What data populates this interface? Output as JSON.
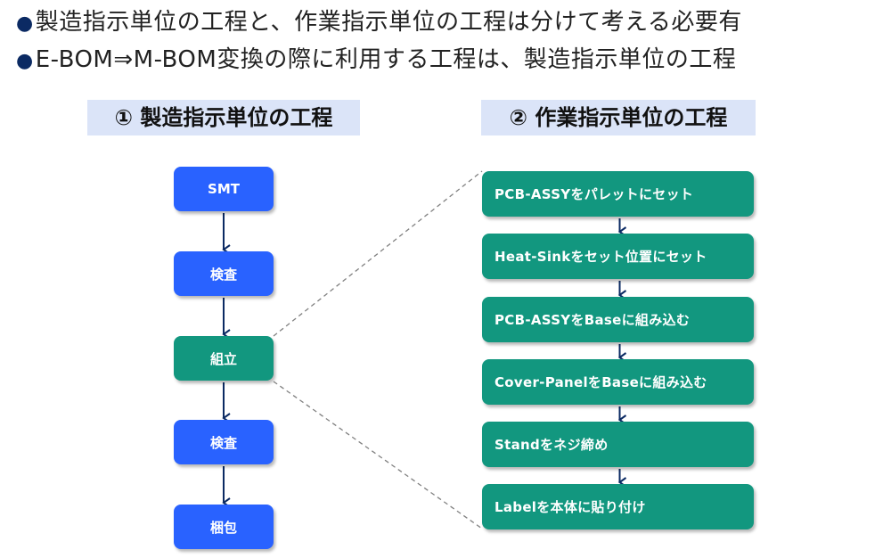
{
  "bullets": [
    {
      "text": "製造指示単位の工程と、作業指示単位の工程は分けて考える必要有"
    },
    {
      "text": "E-BOM⇒M-BOM変換の際に利用する工程は、製造指示単位の工程"
    }
  ],
  "bullet_marker": "●",
  "colors": {
    "bullet": "#0b2a63",
    "title_bg": "#dbe4f8",
    "box_blue": "#2962ff",
    "box_teal": "#12977f",
    "arrow": "#0b2a63",
    "dashed": "#808080"
  },
  "left_section": {
    "title": "① 製造指示単位の工程",
    "steps": [
      {
        "label": "SMT",
        "color": "blue"
      },
      {
        "label": "検査",
        "color": "blue"
      },
      {
        "label": "組立",
        "color": "teal",
        "expanded": true
      },
      {
        "label": "検査",
        "color": "blue"
      },
      {
        "label": "梱包",
        "color": "blue"
      }
    ]
  },
  "right_section": {
    "title": "② 作業指示単位の工程",
    "steps": [
      {
        "label": "PCB-ASSYをパレットにセット"
      },
      {
        "label": "Heat-Sinkをセット位置にセット"
      },
      {
        "label": "PCB-ASSYをBaseに組み込む"
      },
      {
        "label": "Cover-PanelをBaseに組み込む"
      },
      {
        "label": "Standをネジ締め"
      },
      {
        "label": "Labelを本体に貼り付け"
      }
    ]
  }
}
